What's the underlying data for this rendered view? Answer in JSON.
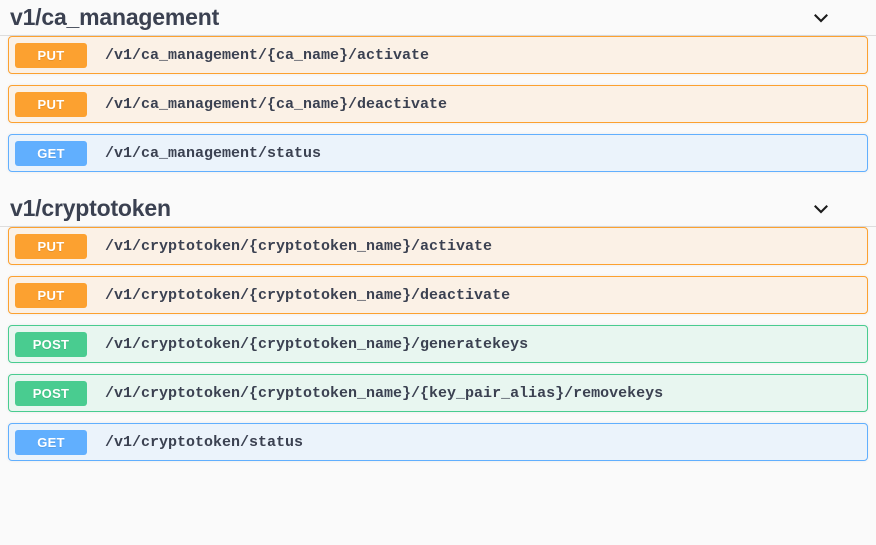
{
  "page": {
    "title": "Swagger UI operations list",
    "colors": {
      "get": "#61affe",
      "put": "#fca130",
      "post": "#49cc90",
      "text": "#3b4151",
      "background": "#fafafa"
    }
  },
  "sections": [
    {
      "tag": "v1/ca_management",
      "toggle_icon": "chevron-down-icon",
      "expanded": true,
      "operations": [
        {
          "method": "PUT",
          "path": "/v1/ca_management/{ca_name}/activate"
        },
        {
          "method": "PUT",
          "path": "/v1/ca_management/{ca_name}/deactivate"
        },
        {
          "method": "GET",
          "path": "/v1/ca_management/status"
        }
      ]
    },
    {
      "tag": "v1/cryptotoken",
      "toggle_icon": "chevron-down-icon",
      "expanded": true,
      "operations": [
        {
          "method": "PUT",
          "path": "/v1/cryptotoken/{cryptotoken_name}/activate"
        },
        {
          "method": "PUT",
          "path": "/v1/cryptotoken/{cryptotoken_name}/deactivate"
        },
        {
          "method": "POST",
          "path": "/v1/cryptotoken/{cryptotoken_name}/generatekeys"
        },
        {
          "method": "POST",
          "path": "/v1/cryptotoken/{cryptotoken_name}/{key_pair_alias}/removekeys"
        },
        {
          "method": "GET",
          "path": "/v1/cryptotoken/status"
        }
      ]
    }
  ]
}
